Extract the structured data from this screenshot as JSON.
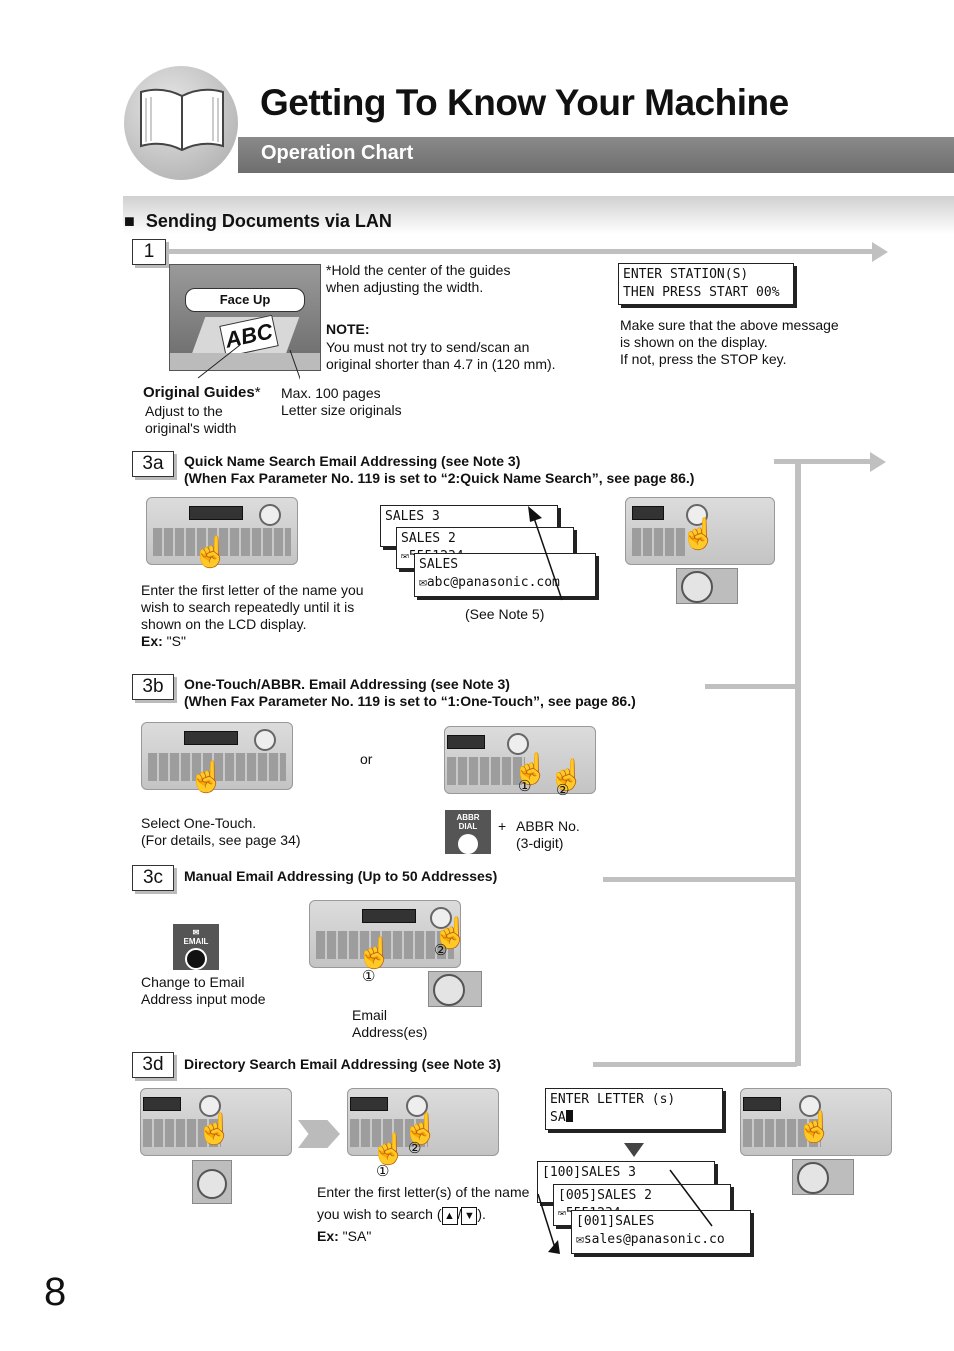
{
  "header": {
    "title": "Getting To Know Your Machine",
    "subtitle": "Operation Chart"
  },
  "section": {
    "title": "Sending Documents via LAN",
    "bullet": "■"
  },
  "step1": {
    "label": "1",
    "face_up": "Face Up",
    "guide_note": [
      "*Hold the center of the guides",
      "when adjusting the width."
    ],
    "note_title": "NOTE:",
    "note_text": [
      "You must not try to send/scan an",
      "original shorter than 4.7 in (120 mm)."
    ],
    "lcd": [
      "ENTER STATION(S)",
      "THEN PRESS START 00%"
    ],
    "lcd_note": [
      "Make sure that the above message",
      "is shown on the display.",
      "If not, press the STOP key."
    ],
    "original_guides": "Original Guides",
    "asterisk": "*",
    "guides_text": [
      "Adjust to the",
      "original's width"
    ],
    "max_text": [
      "Max. 100 pages",
      "Letter size originals"
    ]
  },
  "step3a": {
    "label": "3a",
    "title": [
      "Quick Name Search Email Addressing (see Note 3)",
      "(When Fax Parameter No. 119 is set to “2:Quick Name Search”, see page 86.)"
    ],
    "instructions": [
      "Enter the first letter of the name you",
      "wish to search repeatedly until it is",
      "shown on the LCD display."
    ],
    "ex_label": "Ex:",
    "ex_value": " \"S\"",
    "lcd1": "SALES 3",
    "lcd2": "SALES 2",
    "lcd2b": "5551234",
    "lcd3": "SALES",
    "lcd3b": "abc@panasonic.com",
    "see_note": "(See Note 5)"
  },
  "step3b": {
    "label": "3b",
    "title": [
      "One-Touch/ABBR. Email Addressing (see Note 3)",
      "(When Fax Parameter No. 119 is set to “1:One-Touch”, see page 86.)"
    ],
    "or": "or",
    "select": [
      "Select One-Touch.",
      "(For details, see page 34)"
    ],
    "abbr_key": [
      "ABBR",
      "DIAL"
    ],
    "plus": "+",
    "abbr_text": [
      "ABBR No.",
      "(3-digit)"
    ]
  },
  "step3c": {
    "label": "3c",
    "title": "Manual Email Addressing (Up to 50 Addresses)",
    "email_key": "EMAIL",
    "change": [
      "Change to Email",
      "Address input mode"
    ],
    "email_addr": [
      "Email",
      "Address(es)"
    ]
  },
  "step3d": {
    "label": "3d",
    "title": "Directory Search Email Addressing (see Note 3)",
    "lcd": [
      "ENTER LETTER (s)",
      "SA"
    ],
    "instructions": [
      "Enter the first letter(s) of the name",
      "you wish to search ("
    ],
    "instructions_end": ").",
    "slash": "/",
    "ex_label": "Ex:",
    "ex_value": " \"SA\"",
    "lcd1": "[100]SALES 3",
    "lcd2": "[005]SALES 2",
    "lcd2b": "5551234",
    "lcd3": "[001]SALES",
    "lcd3b": "sales@panasonic.co"
  },
  "marks": {
    "one": "①",
    "two": "②"
  },
  "page_number": "8"
}
